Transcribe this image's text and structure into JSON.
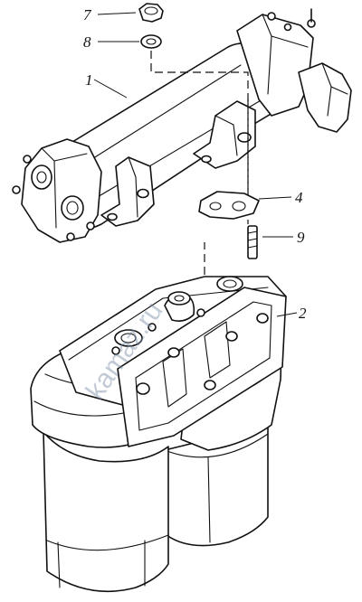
{
  "diagram": {
    "callouts": [
      {
        "id": "7",
        "label": "7"
      },
      {
        "id": "8",
        "label": "8"
      },
      {
        "id": "1",
        "label": "1"
      },
      {
        "id": "4",
        "label": "4"
      },
      {
        "id": "9",
        "label": "9"
      },
      {
        "id": "2",
        "label": "2"
      }
    ],
    "watermark": "kamaz.ru"
  }
}
